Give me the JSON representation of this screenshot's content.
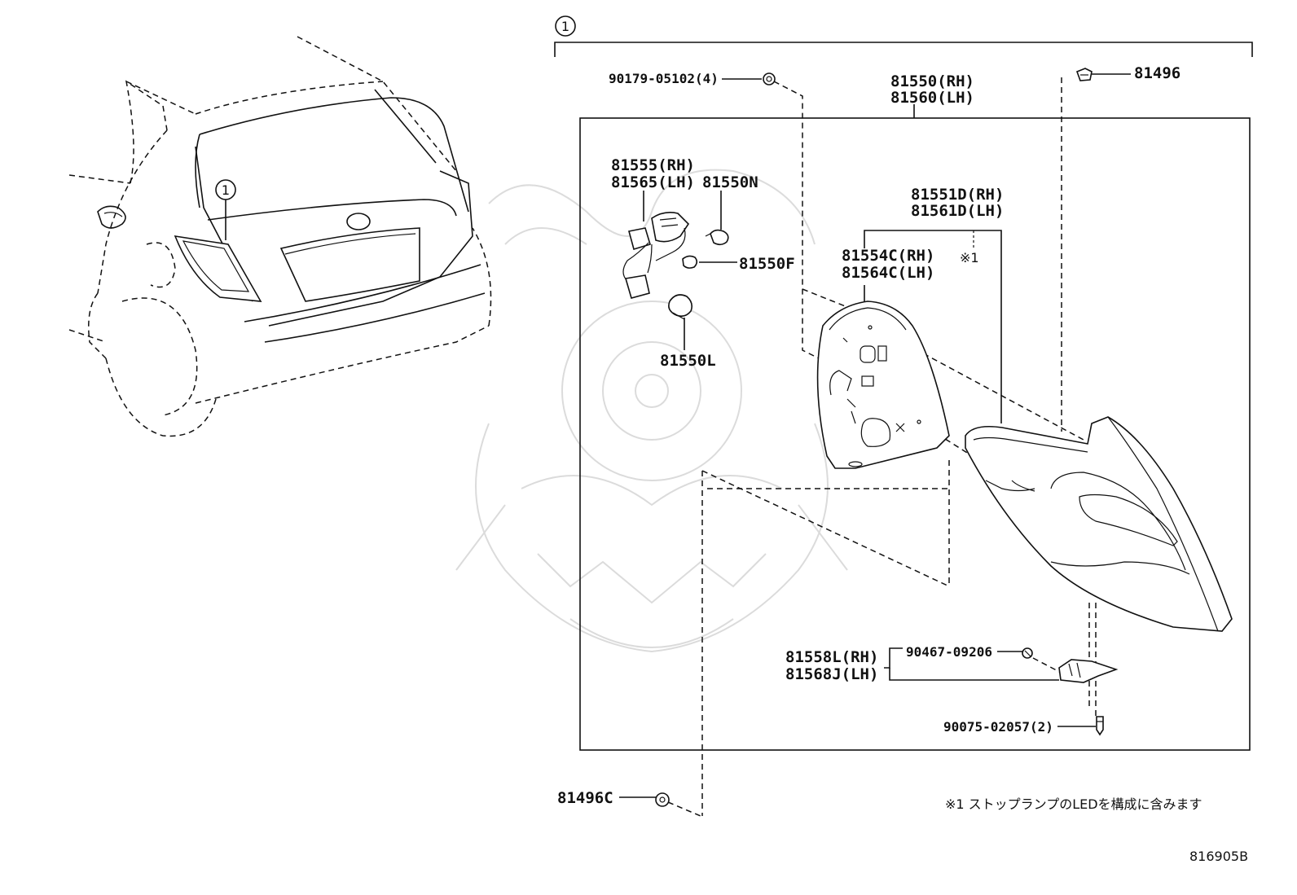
{
  "callouts": {
    "assembly_number": "1",
    "car_callout": "1"
  },
  "parts": {
    "p90179": "90179-05102(4)",
    "p81550_rh": "81550(RH)",
    "p81560_lh": "81560(LH)",
    "p81496": "81496",
    "p81555_rh": "81555(RH)",
    "p81565_lh": "81565(LH)",
    "p81550n": "81550N",
    "p81550f": "81550F",
    "p81550l": "81550L",
    "p81551d_rh": "81551D(RH)",
    "p81561d_lh": "81561D(LH)",
    "p81554c_rh": "81554C(RH)",
    "p81564c_lh": "81564C(LH)",
    "note_mark": "※1",
    "p81558l_rh": "81558L(RH)",
    "p81568j_lh": "81568J(LH)",
    "p90467": "90467-09206",
    "p90075": "90075-02057(2)",
    "p81496c": "81496C"
  },
  "footnote": "※1 ストップランプのLEDを構成に含みます",
  "diagram_ref": "816905B"
}
